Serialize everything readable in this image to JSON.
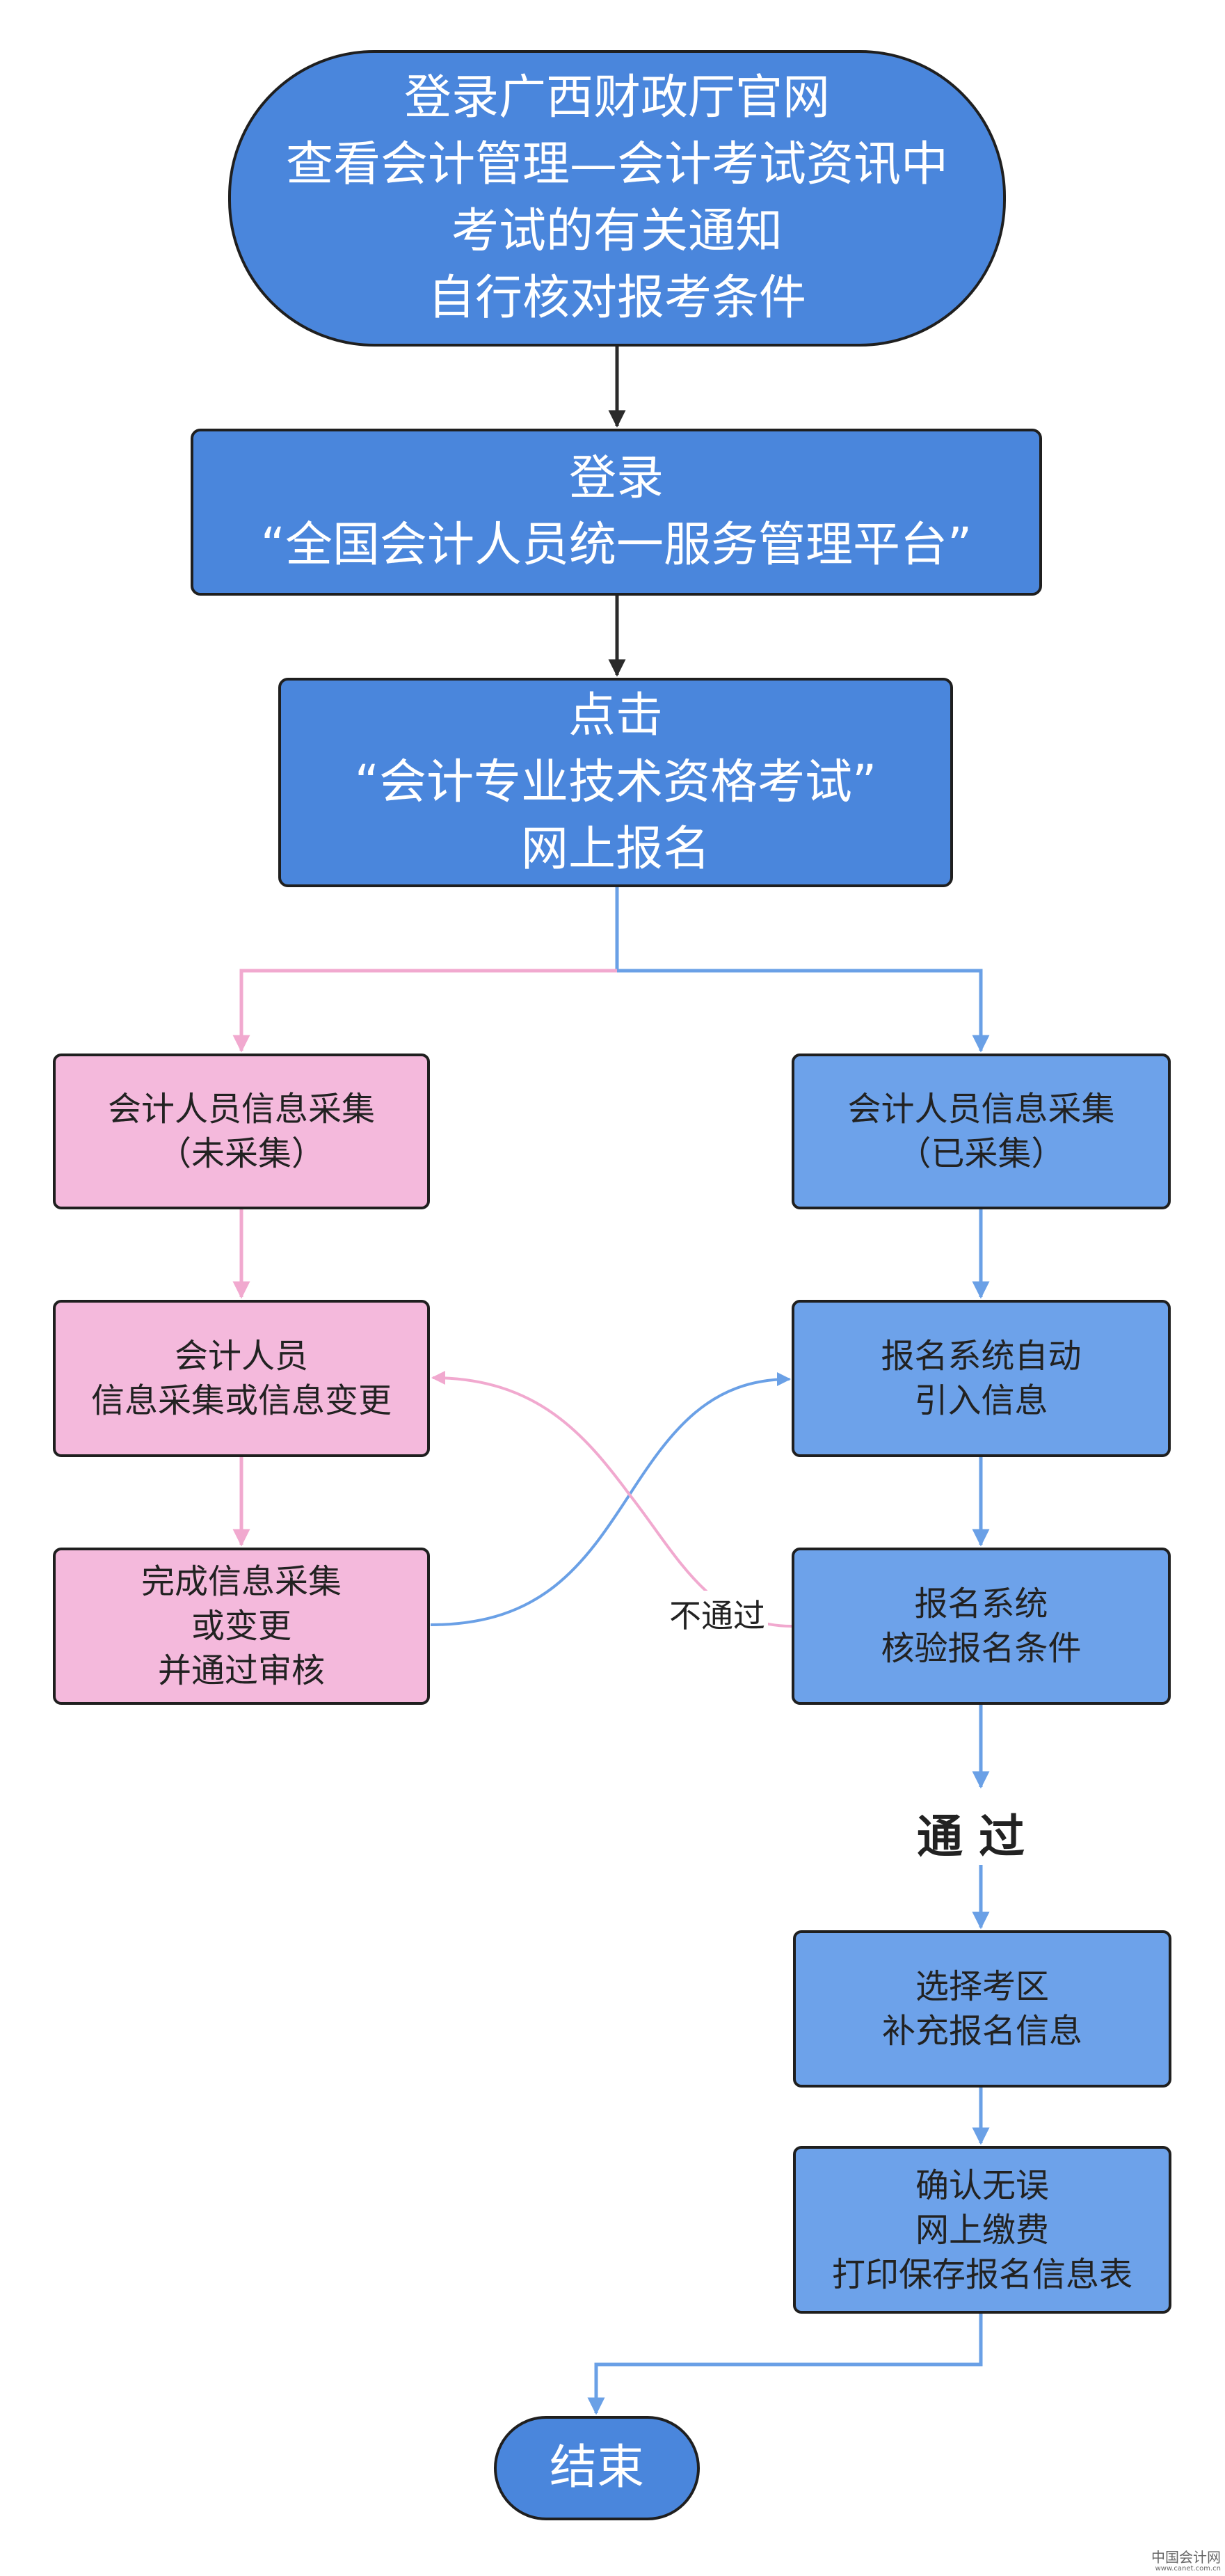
{
  "nodes": {
    "start": [
      "登录广西财政厅官网",
      "查看会计管理—会计考试资讯中",
      "考试的有关通知",
      "自行核对报考条件"
    ],
    "login": [
      "登录",
      "“全国会计人员统一服务管理平台”"
    ],
    "click": [
      "点击",
      "“会计专业技术资格考试”",
      "网上报名"
    ],
    "left_collect": [
      "会计人员信息采集",
      "（未采集）"
    ],
    "right_collect": [
      "会计人员信息采集",
      "（已采集）"
    ],
    "left_change": [
      "会计人员",
      "信息采集或信息变更"
    ],
    "right_auto": [
      "报名系统自动",
      "引入信息"
    ],
    "left_done": [
      "完成信息采集",
      "或变更",
      "并通过审核"
    ],
    "right_verify": [
      "报名系统",
      "核验报名条件"
    ],
    "choose": [
      "选择考区",
      "补充报名信息"
    ],
    "confirm": [
      "确认无误",
      "网上缴费",
      "打印保存报名信息表"
    ],
    "end": [
      "结束"
    ]
  },
  "labels": {
    "not_pass": "不通过",
    "pass": "通 过"
  },
  "watermark": [
    "中国会计网",
    "www.canet.com.cn"
  ],
  "colors": {
    "dark_blue": "#4a86dc",
    "light_blue": "#6da2ea",
    "pink": "#f4b9dc",
    "pink_line": "#f1a9cf",
    "blue_line": "#6aa0e6",
    "dark_line": "#2b2b2b"
  }
}
